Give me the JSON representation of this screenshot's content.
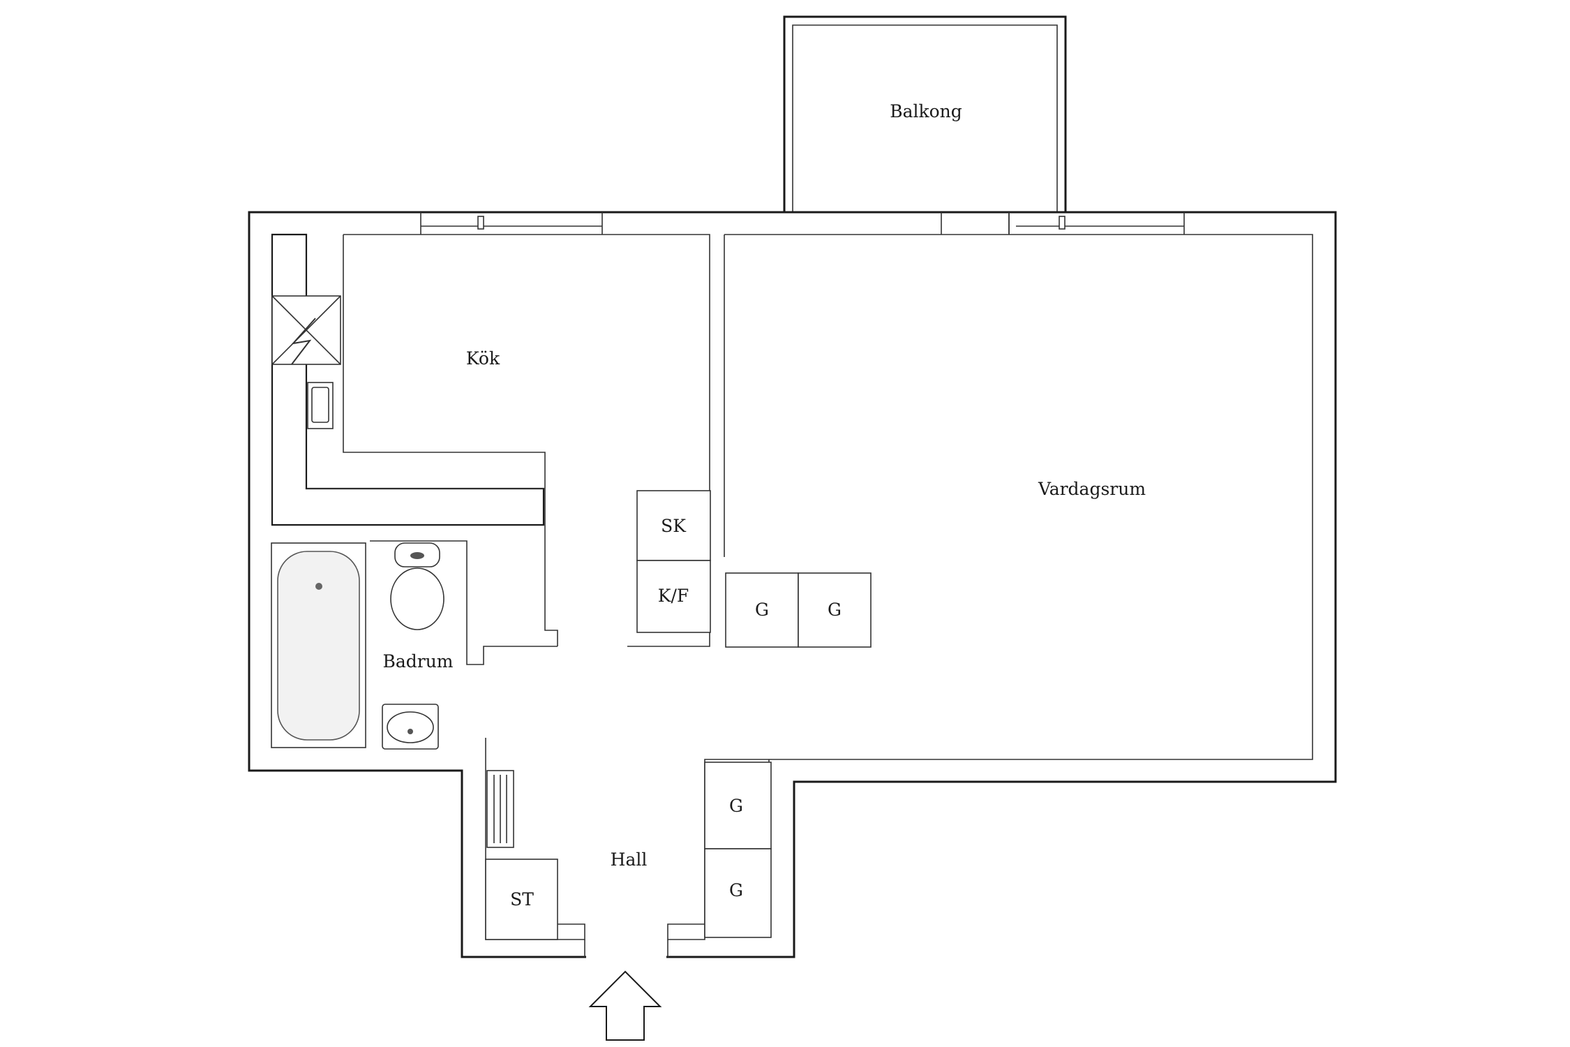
{
  "rooms": {
    "balkong": "Balkong",
    "kok": "Kök",
    "vardagsrum": "Vardagsrum",
    "badrum": "Badrum",
    "hall": "Hall"
  },
  "fixtures": {
    "skafferi": "SK",
    "kyl_frys": "K/F",
    "garderob_vardagsrum_1": "G",
    "garderob_vardagsrum_2": "G",
    "garderob_hall_1": "G",
    "garderob_hall_2": "G",
    "stadskap": "ST"
  },
  "colors": {
    "wall": "#1a1a1a",
    "line": "#333333",
    "background": "#ffffff"
  }
}
